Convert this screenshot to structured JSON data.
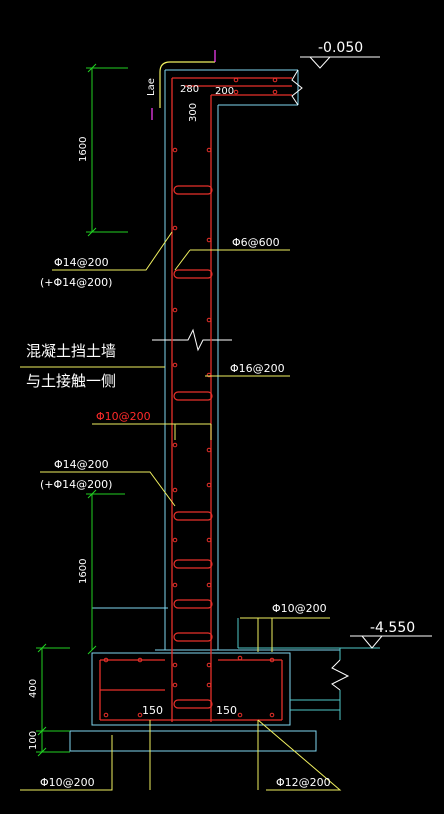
{
  "elevations": {
    "top": "-0.050",
    "bottom": "-4.550"
  },
  "top_detail": {
    "lae": "Lae",
    "d280": "280",
    "d200": "200",
    "d300": "300"
  },
  "dimensions": {
    "upper_1600": "1600",
    "lower_1600": "1600",
    "d400": "400",
    "d100": "100",
    "d150_left": "150",
    "d150_right": "150"
  },
  "rebar_labels": {
    "upper_main": "Φ14@200",
    "upper_main_add": "(+Φ14@200)",
    "tie": "Φ6@600",
    "inner_main": "Φ16@200",
    "red": "Φ10@200",
    "lower_main": "Φ14@200",
    "lower_main_add": "(+Φ14@200)",
    "right_base": "Φ10@200",
    "bottom_left": "Φ10@200",
    "bottom_right": "Φ12@200"
  },
  "wall_note": {
    "line1": "混凝土挡土墙",
    "line2": "与土接触一侧"
  },
  "colors": {
    "background": "#000000",
    "wall_outline": "#7fd6f0",
    "rebar": "#e8302a",
    "dimension": "#22d022",
    "leader": "#f0f060",
    "text": "#ffffff",
    "red_text": "#ff2a2a",
    "slab": "#4fc8c8"
  }
}
